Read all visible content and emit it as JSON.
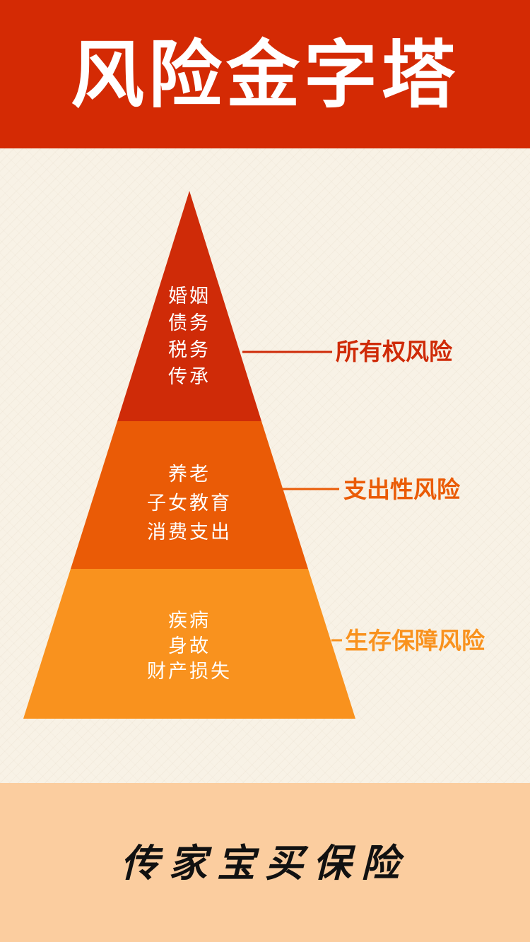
{
  "header": {
    "title": "风险金字塔"
  },
  "colors": {
    "header_bg": "#d42a04",
    "layer_top": "#cf2b08",
    "layer_middle": "#ea5b06",
    "layer_bottom": "#f9921e",
    "footer_bg": "#fbcd9f"
  },
  "pyramid": {
    "layers": [
      {
        "lines": [
          "婚姻",
          "债务",
          "税务",
          "传承"
        ],
        "label": "所有权风险"
      },
      {
        "lines": [
          "养老",
          "子女教育",
          "消费支出"
        ],
        "label": "支出性风险"
      },
      {
        "lines": [
          "疾病",
          "身故",
          "财产损失"
        ],
        "label": "生存保障风险"
      }
    ]
  },
  "footer": {
    "text": "传家宝买保险"
  }
}
